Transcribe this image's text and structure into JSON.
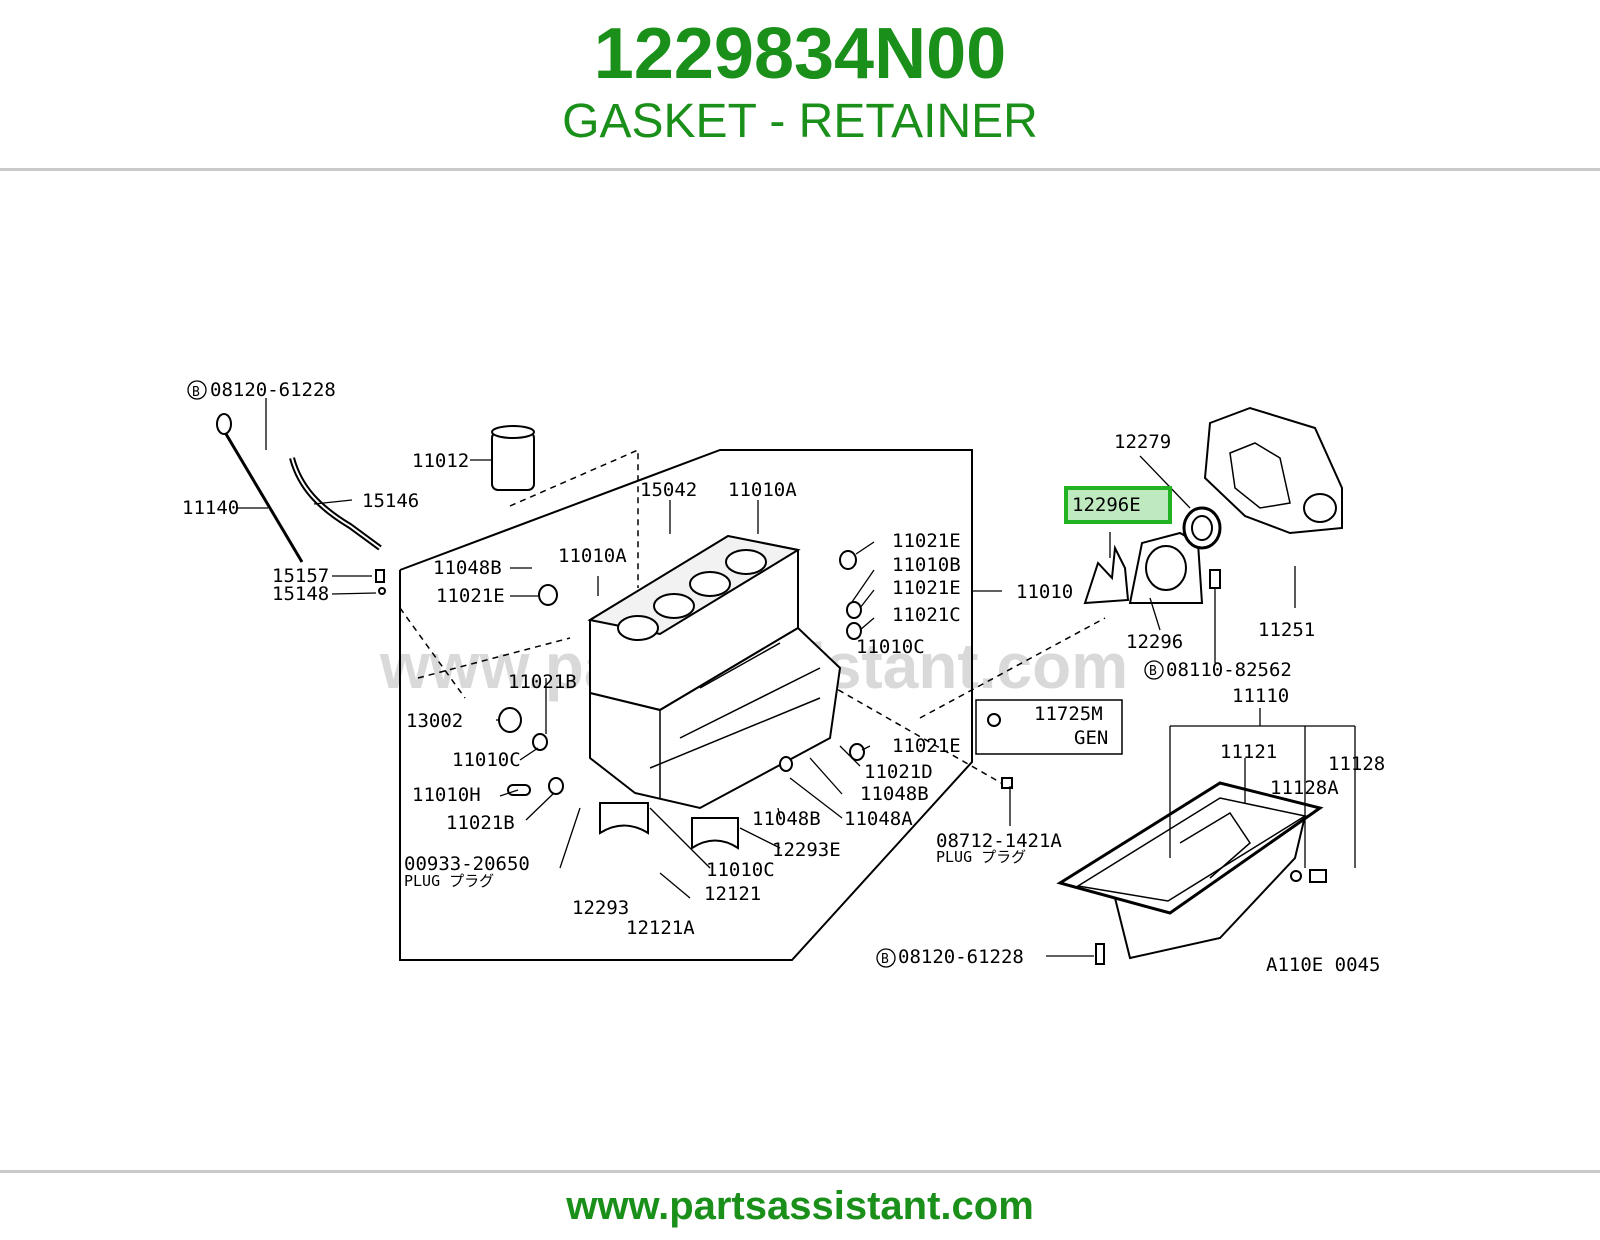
{
  "header": {
    "part_number": "1229834N00",
    "part_name": "GASKET - RETAINER"
  },
  "diagram": {
    "watermark": "www.partsassistant.com",
    "highlight_color": "#22b322",
    "highlighted_part": "12296E",
    "callouts": {
      "c08120_61228_top": "08120-61228",
      "c11012": "11012",
      "c11140": "11140",
      "c15146": "15146",
      "c15157": "15157",
      "c15148": "15148",
      "c15042": "15042",
      "c11010A_top": "11010A",
      "c11048B_1": "11048B",
      "c11010A_mid": "11010A",
      "c11021E_1": "11021E",
      "c11021E_r1": "11021E",
      "c11010B": "11010B",
      "c11021E_r2": "11021E",
      "c11021C": "11021C",
      "c11010C_r": "11010C",
      "c11010": "11010",
      "c12279": "12279",
      "c12296E": "12296E",
      "c12296": "12296",
      "c11251": "11251",
      "c08110_82562": "08110-82562",
      "c11110": "11110",
      "c11121": "11121",
      "c11128": "11128",
      "c11128A": "11128A",
      "c11725M": "11725M",
      "gen": "GEN",
      "c11021B_1": "11021B",
      "c13002": "13002",
      "c11010C_l": "11010C",
      "c11010H": "11010H",
      "c11021B_2": "11021B",
      "c00933_20650": "00933-20650",
      "plug_1": "PLUG プラグ",
      "c11021E_r3": "11021E",
      "c11021D": "11021D",
      "c11048B_2": "11048B",
      "c11048B_3": "11048B",
      "c11048A": "11048A",
      "c11010C_b": "11010C",
      "c12293E": "12293E",
      "c12121": "12121",
      "c12293": "12293",
      "c12121A": "12121A",
      "c08712_1421A": "08712-1421A",
      "plug_2": "PLUG プラグ",
      "c08120_61228_bot": "08120-61228",
      "code": "A110E 0045",
      "bolt_marker": "B"
    }
  },
  "footer": {
    "url": "www.partsassistant.com"
  }
}
